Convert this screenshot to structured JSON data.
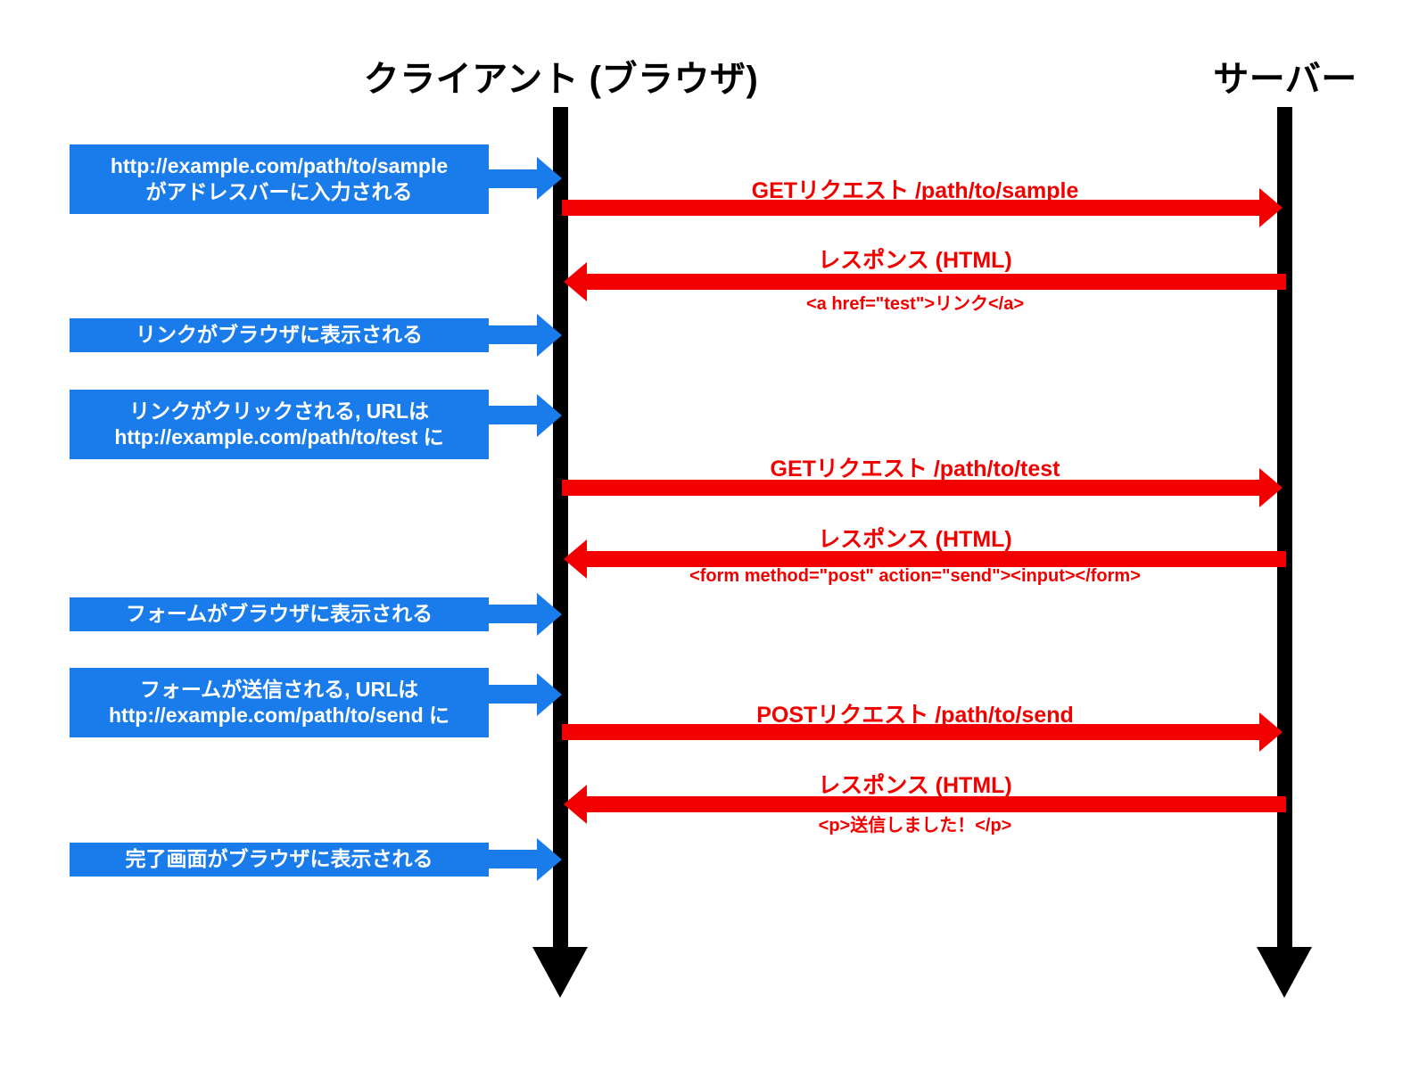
{
  "diagram": {
    "title_client": "クライアント (ブラウザ)",
    "title_server": "サーバー",
    "colors": {
      "note": "#1a7ceb",
      "message": "#f20000",
      "lifeline": "#000000",
      "background": "#ffffff"
    }
  },
  "actors": [
    {
      "id": "client",
      "label": "クライアント (ブラウザ)"
    },
    {
      "id": "server",
      "label": "サーバー"
    }
  ],
  "notes": [
    {
      "id": "note-1",
      "lines": [
        "http://example.com/path/to/sample",
        "がアドレスバーに入力される"
      ]
    },
    {
      "id": "note-2",
      "lines": [
        "リンクがブラウザに表示される"
      ]
    },
    {
      "id": "note-3",
      "lines": [
        "リンクがクリックされる, URLは",
        "http://example.com/path/to/test に"
      ]
    },
    {
      "id": "note-4",
      "lines": [
        "フォームがブラウザに表示される"
      ]
    },
    {
      "id": "note-5",
      "lines": [
        "フォームが送信される, URLは",
        "http://example.com/path/to/send に"
      ]
    },
    {
      "id": "note-6",
      "lines": [
        "完了画面がブラウザに表示される"
      ]
    }
  ],
  "messages": [
    {
      "id": "msg-1",
      "direction": "client-to-server",
      "label": "GETリクエスト /path/to/sample",
      "sub": ""
    },
    {
      "id": "msg-2",
      "direction": "server-to-client",
      "label": "レスポンス (HTML)",
      "sub": "<a href=\"test\">リンク</a>"
    },
    {
      "id": "msg-3",
      "direction": "client-to-server",
      "label": "GETリクエスト /path/to/test",
      "sub": ""
    },
    {
      "id": "msg-4",
      "direction": "server-to-client",
      "label": "レスポンス (HTML)",
      "sub": "<form method=\"post\" action=\"send\"><input></form>"
    },
    {
      "id": "msg-5",
      "direction": "client-to-server",
      "label": "POSTリクエスト /path/to/send",
      "sub": ""
    },
    {
      "id": "msg-6",
      "direction": "server-to-client",
      "label": "レスポンス (HTML)",
      "sub": "<p>送信しました！</p>"
    }
  ]
}
